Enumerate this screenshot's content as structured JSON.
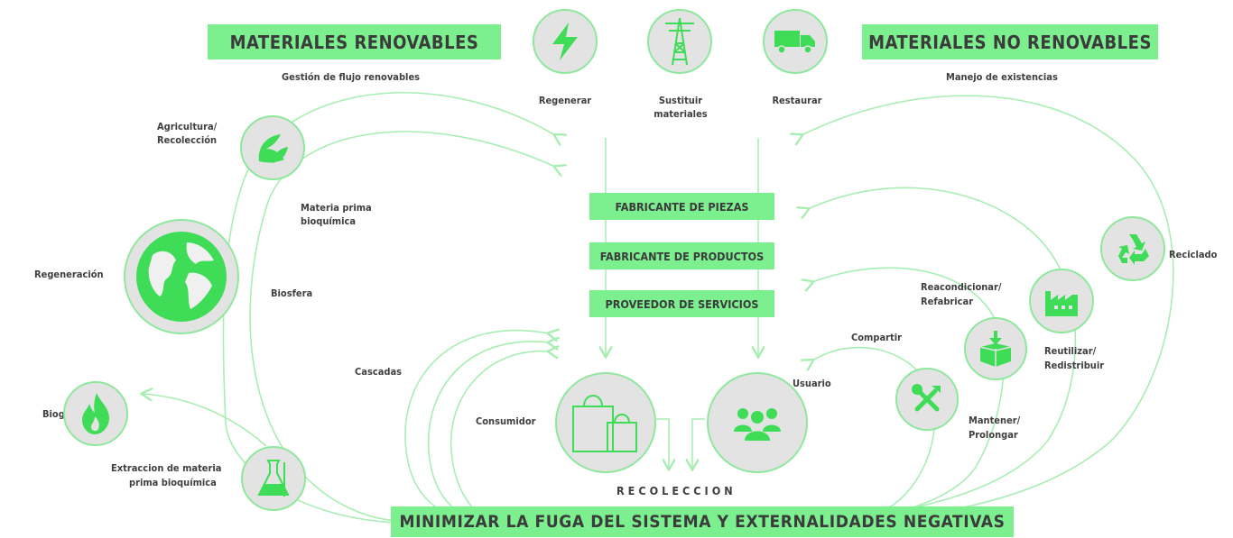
{
  "colors": {
    "accent": "#7cf08f",
    "icon": "#3fdc57",
    "line": "#a8eeb3",
    "circle_bg": "#e3e3e3"
  },
  "headers": {
    "renewable_title": "MATERIALES RENOVABLES",
    "renewable_sub": "Gestión de flujo renovables",
    "nonrenewable_title": "MATERIALES NO RENOVABLES",
    "nonrenewable_sub": "Manejo de existencias"
  },
  "top_actions": {
    "regenerar": {
      "label": "Regenerar",
      "icon": "lightning-icon"
    },
    "sustituir": {
      "label_line1": "Sustituir",
      "label_line2": "materiales",
      "icon": "power-tower-icon"
    },
    "restaurar": {
      "label": "Restaurar",
      "icon": "truck-icon"
    }
  },
  "center_boxes": {
    "piezas": "FABRICANTE DE PIEZAS",
    "productos": "FABRICANTE DE PRODUCTOS",
    "servicios": "PROVEEDOR DE SERVICIOS"
  },
  "left": {
    "agricultura_1": "Agricultura/",
    "agricultura_2": "Recolección",
    "materia_1": "Materia prima",
    "materia_2": "bioquímica",
    "regeneracion": "Regeneración",
    "biosfera": "Biosfera",
    "cascadas": "Cascadas",
    "biogas": "Biogás",
    "extraccion_1": "Extraccion de materia",
    "extraccion_2": "prima bioquímica"
  },
  "right": {
    "reciclado": "Reciclado",
    "reacondicionar_1": "Reacondicionar/",
    "reacondicionar_2": "Refabricar",
    "reutilizar_1": "Reutilizar/",
    "reutilizar_2": "Redistribuir",
    "compartir": "Compartir",
    "mantener_1": "Mantener/",
    "mantener_2": "Prolongar",
    "usuario": "Usuario"
  },
  "bottom": {
    "consumidor": "Consumidor",
    "recoleccion": "RECOLECCION",
    "footer": "MINIMIZAR LA FUGA DEL SISTEMA Y EXTERNALIDADES NEGATIVAS"
  }
}
